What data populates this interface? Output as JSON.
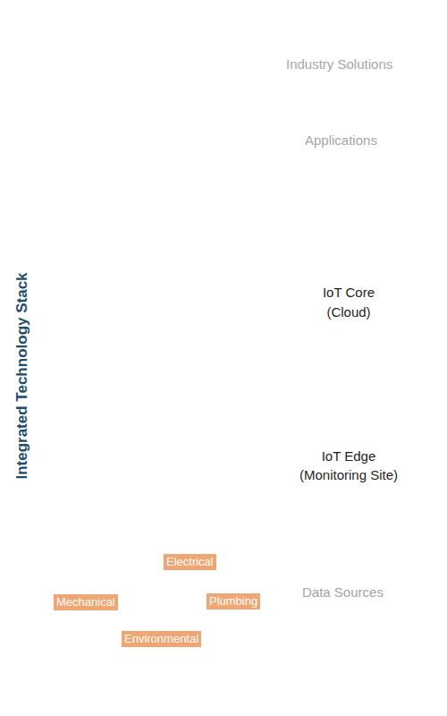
{
  "diagram": {
    "title": "Integrated Technology Stack",
    "nodes": [
      {
        "text": [
          "Industry Solutions"
        ]
      },
      {
        "text": [
          "Applications"
        ]
      },
      {
        "text": [
          "IoT Core (Cloud)"
        ]
      },
      {
        "text": [
          "IoT Edge (Monitoring Site)"
        ]
      },
      {
        "text": [
          "Electrical"
        ]
      },
      {
        "text": [
          "Mechanical"
        ]
      },
      {
        "text": [
          "Plumbing"
        ]
      },
      {
        "text": [
          "Environmental"
        ]
      }
    ],
    "edges": [
      {
        "from": 2,
        "to": 1,
        "arrow": "to"
      },
      {
        "from": 2,
        "to": 1,
        "arrow": "to"
      },
      {
        "from": 2,
        "to": 1,
        "arrow": "to"
      }
    ],
    "labels": [
      "Data Sources"
    ]
  }
}
